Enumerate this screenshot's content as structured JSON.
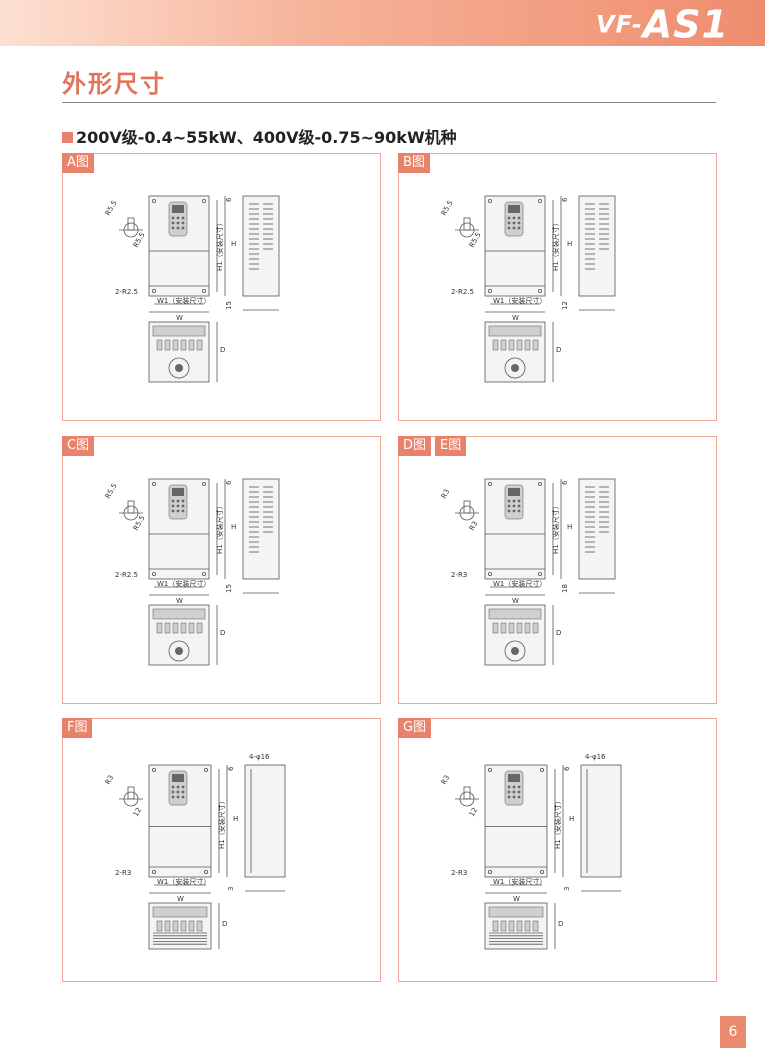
{
  "header": {
    "brand_prefix": "VF-",
    "brand_main": "AS1"
  },
  "page_title": "外形尺寸",
  "section_heading": "200V级-0.4~55kW、400V级-0.75~90kW机种",
  "panels": [
    {
      "tags": [
        "A图"
      ],
      "labels": {
        "r1": "R5.5",
        "r2": "R5.5",
        "dim6": "6",
        "h": "H",
        "h1": "H1（安装尺寸）",
        "r_corner": "2-R2.5",
        "w1": "W1（安装尺寸）",
        "w": "W",
        "d15": "15",
        "d": "D"
      }
    },
    {
      "tags": [
        "B图"
      ],
      "labels": {
        "r1": "R5.5",
        "r2": "R5.5",
        "dim6": "6",
        "h": "H",
        "h1": "H1（安装尺寸）",
        "r_corner": "2-R2.5",
        "w1": "W1（安装尺寸）",
        "w": "W",
        "d15": "12",
        "d": "D"
      }
    },
    {
      "tags": [
        "C图"
      ],
      "labels": {
        "r1": "R5.5",
        "r2": "R5.5",
        "dim6": "6",
        "h": "H",
        "h1": "H1（安装尺寸）",
        "r_corner": "2-R2.5",
        "w1": "W1（安装尺寸）",
        "w": "W",
        "d15": "15",
        "d": "D"
      }
    },
    {
      "tags": [
        "D图",
        "E图"
      ],
      "labels": {
        "r1": "R3",
        "r2": "R3",
        "dim6": "6",
        "h": "H",
        "h1": "H1（安装尺寸）",
        "r_corner": "2-R3",
        "w1": "W1（安装尺寸）",
        "w": "W",
        "d15": "18",
        "d": "D"
      }
    },
    {
      "tags": [
        "F图"
      ],
      "labels": {
        "r1": "R3",
        "r2": "12",
        "dim6": "6",
        "h": "H",
        "h1": "H1（安装尺寸）",
        "r_corner": "2-R3",
        "w1": "W1（安装尺寸）",
        "w": "W",
        "d15": "3",
        "d": "D",
        "holes": "4-φ16"
      }
    },
    {
      "tags": [
        "G图"
      ],
      "labels": {
        "r1": "R3",
        "r2": "12",
        "dim6": "6",
        "h": "H",
        "h1": "H1（安装尺寸）",
        "r_corner": "2-R3",
        "w1": "W1（安装尺寸）",
        "w": "W",
        "d15": "3",
        "d": "D",
        "holes": "4-φ16"
      }
    }
  ],
  "page_number": "6",
  "colors": {
    "accent": "#e8826a",
    "title": "#e2745a",
    "panel_border": "#e9a995"
  }
}
